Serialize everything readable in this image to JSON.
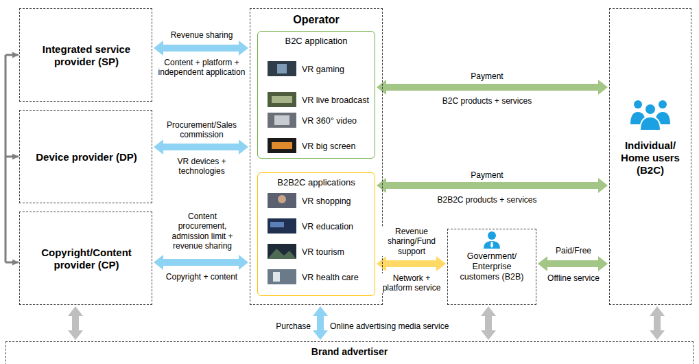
{
  "diagram": {
    "nodes": [
      {
        "text": [
          "Integrated service provider (SP)"
        ]
      },
      {
        "text": [
          "Device provider (DP)"
        ]
      },
      {
        "text": [
          "Copyright/Content provider (CP)"
        ]
      },
      {
        "text": [
          "Operator"
        ]
      },
      {
        "text": [
          "B2C application",
          "VR gaming",
          "VR live broadcast",
          "VR 360° video",
          "VR big screen"
        ],
        "in": 3
      },
      {
        "text": [
          "B2B2C applications",
          "VR shopping",
          "VR education",
          "VR tourism",
          "VR health care"
        ],
        "in": 3
      },
      {
        "text": [
          "Government/ Enterprise customers (B2B)"
        ]
      },
      {
        "text": [
          "Individual/ Home users (B2C)"
        ]
      },
      {
        "text": [
          "Brand advertiser"
        ]
      }
    ],
    "edges": [
      {
        "from": 0,
        "to": 3,
        "arrow": "both",
        "label": "Revenue sharing"
      },
      {
        "from": 1,
        "to": 3,
        "arrow": "both",
        "label": "Procurement/Sales commission"
      },
      {
        "from": 2,
        "to": 3,
        "arrow": "both",
        "label": "Content procurement, admission limit + revenue sharing"
      },
      {
        "from": 4,
        "to": 7,
        "arrow": "both",
        "label": "Payment"
      },
      {
        "from": 5,
        "to": 7,
        "arrow": "both",
        "label": "Payment"
      },
      {
        "from": 5,
        "to": 6,
        "arrow": "both",
        "label": "Revenue sharing/Fund support"
      },
      {
        "from": 6,
        "to": 7,
        "arrow": "both",
        "label": "Paid/Free"
      },
      {
        "from": 2,
        "to": 8,
        "arrow": "both"
      },
      {
        "from": 3,
        "to": 8,
        "arrow": "both",
        "label": "Purchase"
      },
      {
        "from": 6,
        "to": 8,
        "arrow": "both"
      },
      {
        "from": 7,
        "to": 8,
        "arrow": "both"
      }
    ],
    "labels": [
      "Content + platform + independent application",
      "VR devices + technologies",
      "Copyright + content",
      "B2C products + services",
      "B2B2C products + services",
      "Network + platform service",
      "Offline service",
      "Online advertising media service"
    ]
  }
}
